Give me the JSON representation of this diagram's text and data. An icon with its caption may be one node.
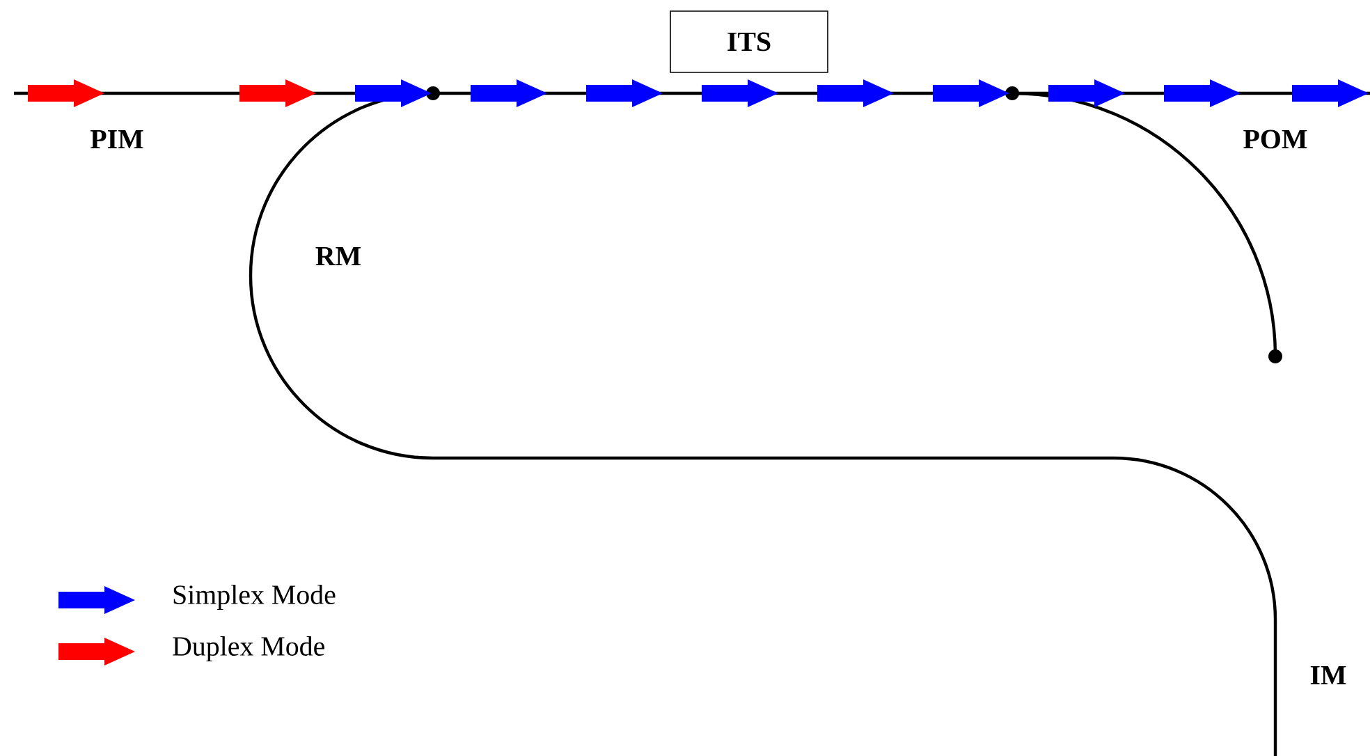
{
  "diagram": {
    "nodes": [
      {
        "text": [
          "ITS"
        ]
      }
    ],
    "labels": [
      "PIM",
      "RM",
      "POM",
      "IM"
    ],
    "legend": [
      {
        "text": "Simplex Mode",
        "color": "#0000ff"
      },
      {
        "text": "Duplex Mode",
        "color": "#ff0000"
      }
    ]
  }
}
